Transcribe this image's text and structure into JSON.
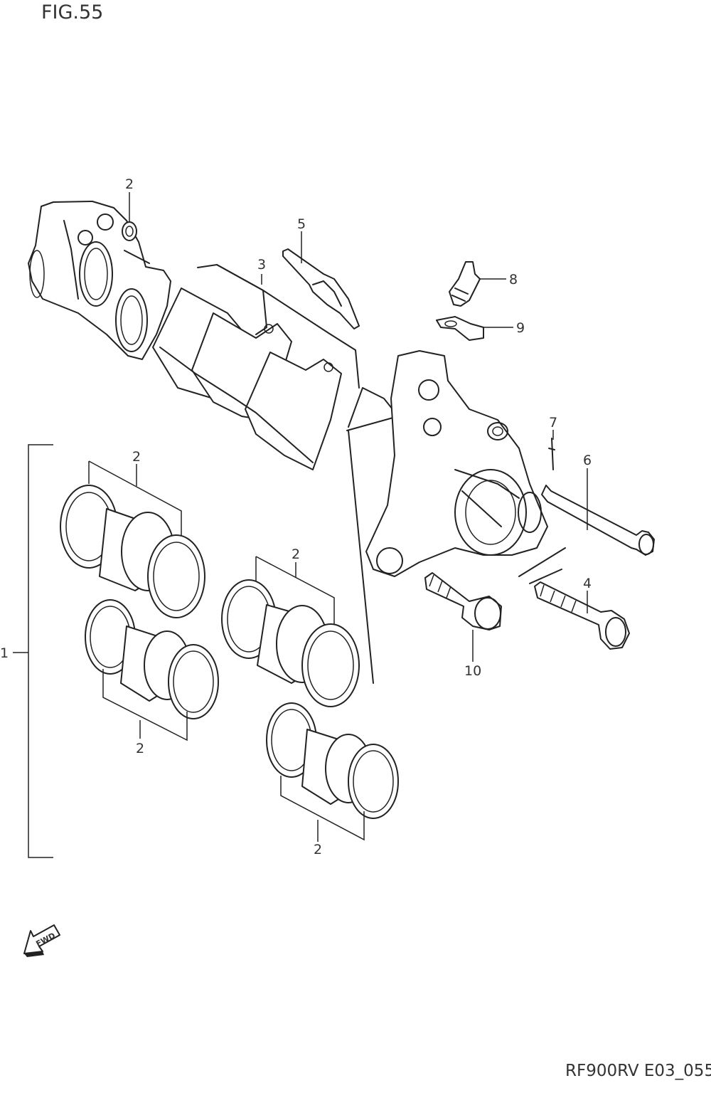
{
  "figure": {
    "title": "FIG.55",
    "footer_code": "RF900RV E03_055"
  },
  "callouts": {
    "c1": "1",
    "c2a": "2",
    "c2b": "2",
    "c2c": "2",
    "c2d": "2",
    "c2e": "2",
    "c3": "3",
    "c4": "4",
    "c5": "5",
    "c6": "6",
    "c7": "7",
    "c8": "8",
    "c9": "9",
    "c10": "10"
  },
  "direction_arrow": {
    "label": "FWD",
    "icon": "forward-arrow-icon"
  }
}
